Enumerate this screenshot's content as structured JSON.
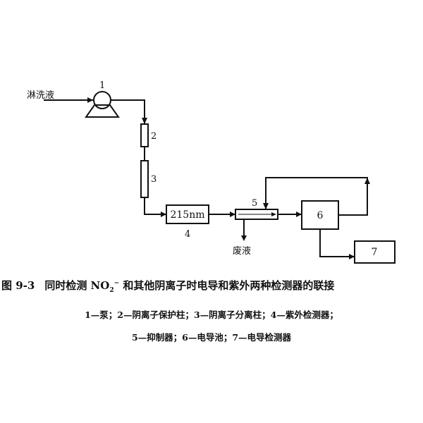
{
  "diagram": {
    "eluent_label": "淋洗液",
    "waste_label": "废液",
    "wavelength_label": "215nm",
    "component_numbers": {
      "pump": "1",
      "guard_column": "2",
      "separation_column": "3",
      "uv_detector": "4",
      "suppressor": "5",
      "conductivity_cell": "6",
      "conductivity_detector": "7"
    }
  },
  "caption": {
    "figure_number": "图 9-3",
    "text_before": "同时检测 NO",
    "subscript": "2",
    "superscript": "−",
    "text_after": " 和其他阴离子时电导和紫外两种检测器的联接"
  },
  "legend": {
    "line1": "1—泵；2—阴离子保护柱；3—阴离子分离柱；4—紫外检测器；",
    "line2": "5—抑制器；6—电导池；7—电导检测器"
  }
}
